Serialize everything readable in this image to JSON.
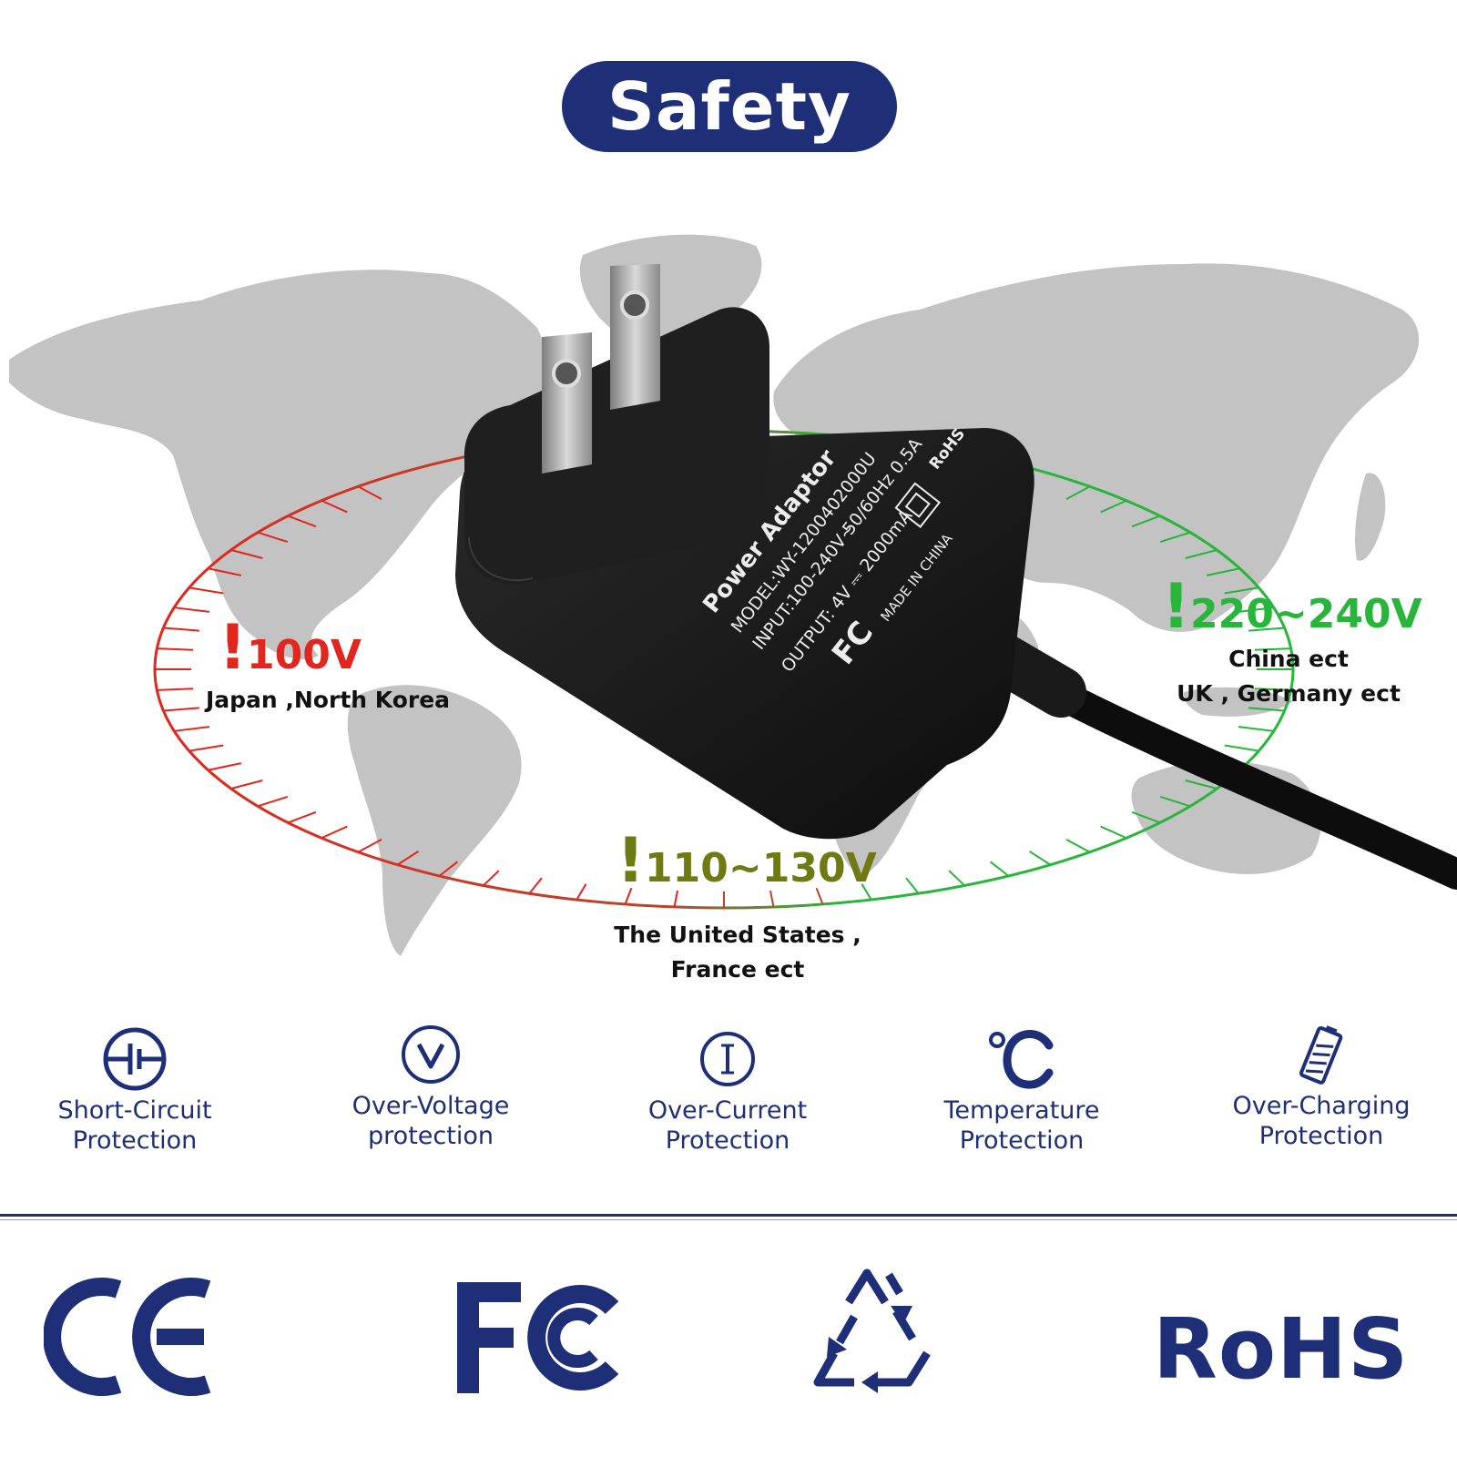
{
  "header": {
    "title": "Safety"
  },
  "adapter": {
    "label_lines": [
      "Power Adaptor",
      "MODEL:WY-1200402000U",
      "INPUT:100-240V~",
      "50/60Hz 0.5A",
      "OUTPUT: 4V ⎓ 2000mA",
      "MADE IN CHINA"
    ],
    "rohs_mark": "RoHS"
  },
  "voltages": [
    {
      "value": "100V",
      "regions": [
        "Japan ,North Korea"
      ],
      "color": "#e0261e"
    },
    {
      "value": "110~130V",
      "regions": [
        "The United States ,",
        "France ect"
      ],
      "color": "#6f7a12"
    },
    {
      "value": "220~240V",
      "regions": [
        "China ect",
        "UK , Germany ect"
      ],
      "color": "#27b53a"
    }
  ],
  "features": [
    {
      "icon": "short-circuit-icon",
      "label_lines": [
        "Short-Circuit",
        "Protection"
      ]
    },
    {
      "icon": "over-voltage-icon",
      "label_lines": [
        "Over-Voltage",
        "protection"
      ]
    },
    {
      "icon": "over-current-icon",
      "label_lines": [
        "Over-Current",
        "Protection"
      ]
    },
    {
      "icon": "temperature-icon",
      "label_lines": [
        "Temperature",
        "Protection"
      ]
    },
    {
      "icon": "battery-icon",
      "label_lines": [
        "Over-Charging",
        "Protection"
      ]
    }
  ],
  "certifications": [
    "CE",
    "FC",
    "recycle",
    "RoHS"
  ],
  "colors": {
    "brand_navy": "#1e2f78",
    "map_gray": "#c3c3c3",
    "red": "#e0261e",
    "green": "#27b53a"
  }
}
